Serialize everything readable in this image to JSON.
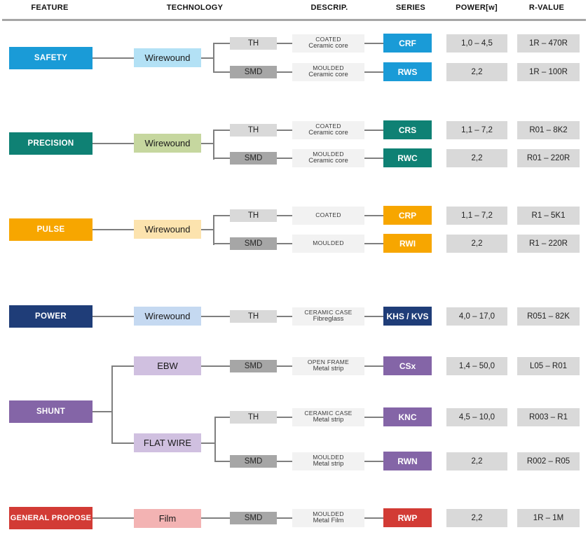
{
  "header": {
    "columns": [
      "FEATURE",
      "TECHNOLOGY",
      "DESCRIP.",
      "SERIES",
      "POWER[w]",
      "R-VALUE"
    ]
  },
  "palette": {
    "safety": "#1a9bd7",
    "safety_light": "#b3e1f5",
    "precision": "#0f8174",
    "precision_light": "#c6d79f",
    "pulse": "#f7a600",
    "pulse_light": "#fce3ae",
    "power": "#1f3d78",
    "power_light": "#c5d9f1",
    "shunt": "#8465a7",
    "shunt_light": "#d0c0e0",
    "general": "#d23b35",
    "general_light": "#f3b3b3",
    "th_box": "#d9d9d9",
    "smd_box": "#a6a6a6",
    "descrip_box": "#f2f2f2",
    "value_box": "#d9d9d9",
    "connector": "#7f7f7f"
  },
  "groups": [
    {
      "feature": "SAFETY",
      "technologies": [
        {
          "label": "Wirewound",
          "rows": [
            {
              "mount": "TH",
              "desc1": "COATED",
              "desc2": "Ceramic core",
              "series": "CRF",
              "power": "1,0 – 4,5",
              "rvalue": "1R – 470R"
            },
            {
              "mount": "SMD",
              "desc1": "MOULDED",
              "desc2": "Ceramic core",
              "series": "RWS",
              "power": "2,2",
              "rvalue": "1R – 100R"
            }
          ]
        }
      ]
    },
    {
      "feature": "PRECISION",
      "technologies": [
        {
          "label": "Wirewound",
          "rows": [
            {
              "mount": "TH",
              "desc1": "COATED",
              "desc2": "Ceramic core",
              "series": "CRS",
              "power": "1,1 – 7,2",
              "rvalue": "R01 – 8K2"
            },
            {
              "mount": "SMD",
              "desc1": "MOULDED",
              "desc2": "Ceramic core",
              "series": "RWC",
              "power": "2,2",
              "rvalue": "R01 – 220R"
            }
          ]
        }
      ]
    },
    {
      "feature": "PULSE",
      "technologies": [
        {
          "label": "Wirewound",
          "rows": [
            {
              "mount": "TH",
              "desc1": "COATED",
              "desc2": "",
              "series": "CRP",
              "power": "1,1 – 7,2",
              "rvalue": "R1 – 5K1"
            },
            {
              "mount": "SMD",
              "desc1": "MOULDED",
              "desc2": "",
              "series": "RWI",
              "power": "2,2",
              "rvalue": "R1 – 220R"
            }
          ]
        }
      ]
    },
    {
      "feature": "POWER",
      "technologies": [
        {
          "label": "Wirewound",
          "rows": [
            {
              "mount": "TH",
              "desc1": "CERAMIC CASE",
              "desc2": "Fibreglass",
              "series": "KHS / KVS",
              "power": "4,0 – 17,0",
              "rvalue": "R051 – 82K"
            }
          ]
        }
      ]
    },
    {
      "feature": "SHUNT",
      "technologies": [
        {
          "label": "EBW",
          "rows": [
            {
              "mount": "SMD",
              "desc1": "OPEN FRAME",
              "desc2": "Metal strip",
              "series": "CSx",
              "power": "1,4 – 50,0",
              "rvalue": "L05 – R01"
            }
          ]
        },
        {
          "label": "FLAT WIRE",
          "rows": [
            {
              "mount": "TH",
              "desc1": "CERAMIC CASE",
              "desc2": "Metal strip",
              "series": "KNC",
              "power": "4,5 – 10,0",
              "rvalue": "R003 – R1"
            },
            {
              "mount": "SMD",
              "desc1": "MOULDED",
              "desc2": "Metal strip",
              "series": "RWN",
              "power": "2,2",
              "rvalue": "R002 – R05"
            }
          ]
        }
      ]
    },
    {
      "feature": "GENERAL PROPOSE",
      "technologies": [
        {
          "label": "Film",
          "rows": [
            {
              "mount": "SMD",
              "desc1": "MOULDED",
              "desc2": "Metal Film",
              "series": "RWP",
              "power": "2,2",
              "rvalue": "1R – 1M"
            }
          ]
        }
      ]
    }
  ]
}
